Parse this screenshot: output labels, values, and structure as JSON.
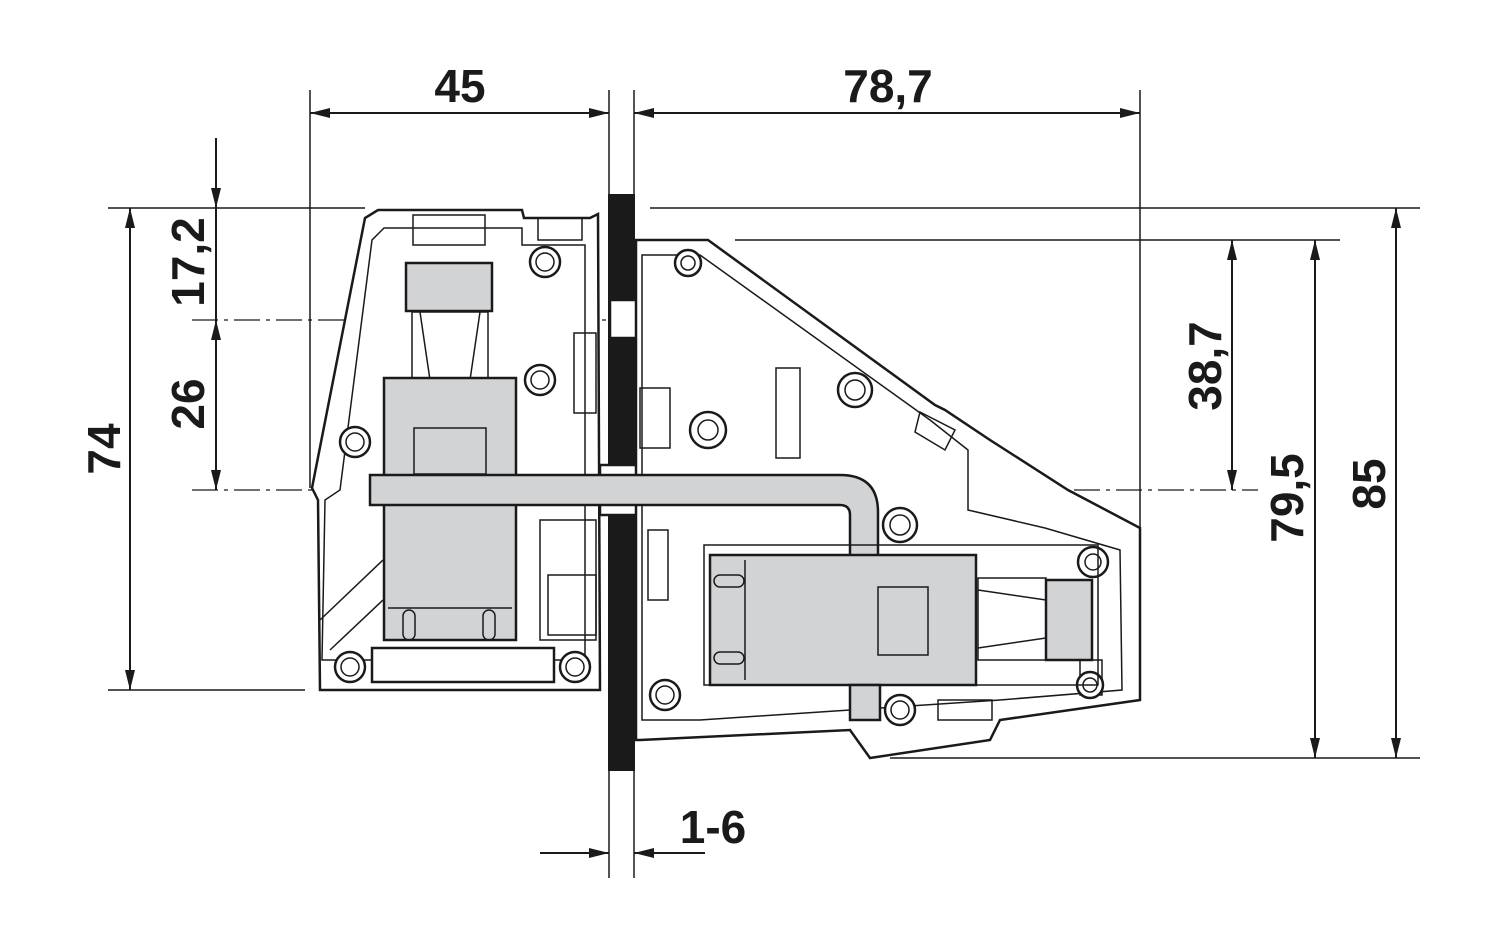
{
  "dimensions": {
    "width_left": "45",
    "width_right": "78,7",
    "height_total_left": "74",
    "height_top_offset": "17,2",
    "height_mid": "26",
    "height_right_38": "38,7",
    "height_right_79": "79,5",
    "height_total_right": "85",
    "panel_thickness": "1-6"
  },
  "colors": {
    "line": "#1a1a1a",
    "housing_fill": "#ffffff",
    "connector_fill": "#d2d3d5",
    "panel_fill": "#1a1a1a"
  }
}
